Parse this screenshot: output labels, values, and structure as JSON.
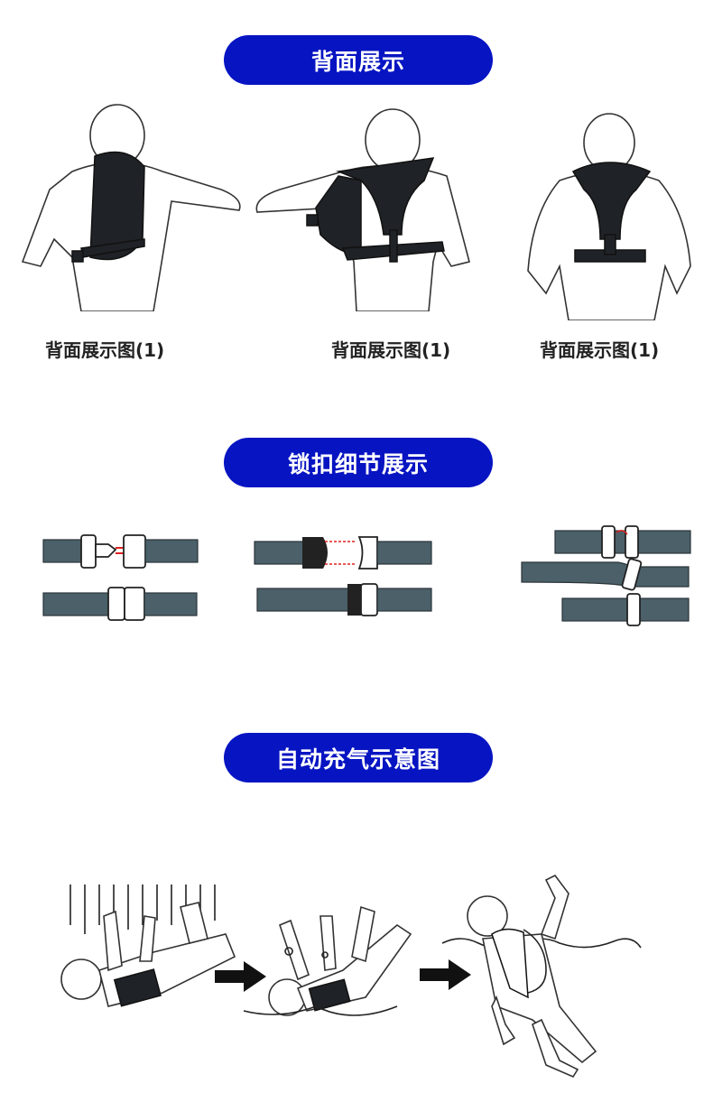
{
  "sections": [
    {
      "title": "背面展示",
      "captions": [
        "背面展示图(1)",
        "背面展示图(1)",
        "背面展示图(1)"
      ]
    },
    {
      "title": "锁扣细节展示"
    },
    {
      "title": "自动充气示意图"
    }
  ],
  "colors": {
    "pill": "#0714c2",
    "strap": "#4b6069",
    "vest": "#1f2226",
    "arrow": "#e02020"
  }
}
